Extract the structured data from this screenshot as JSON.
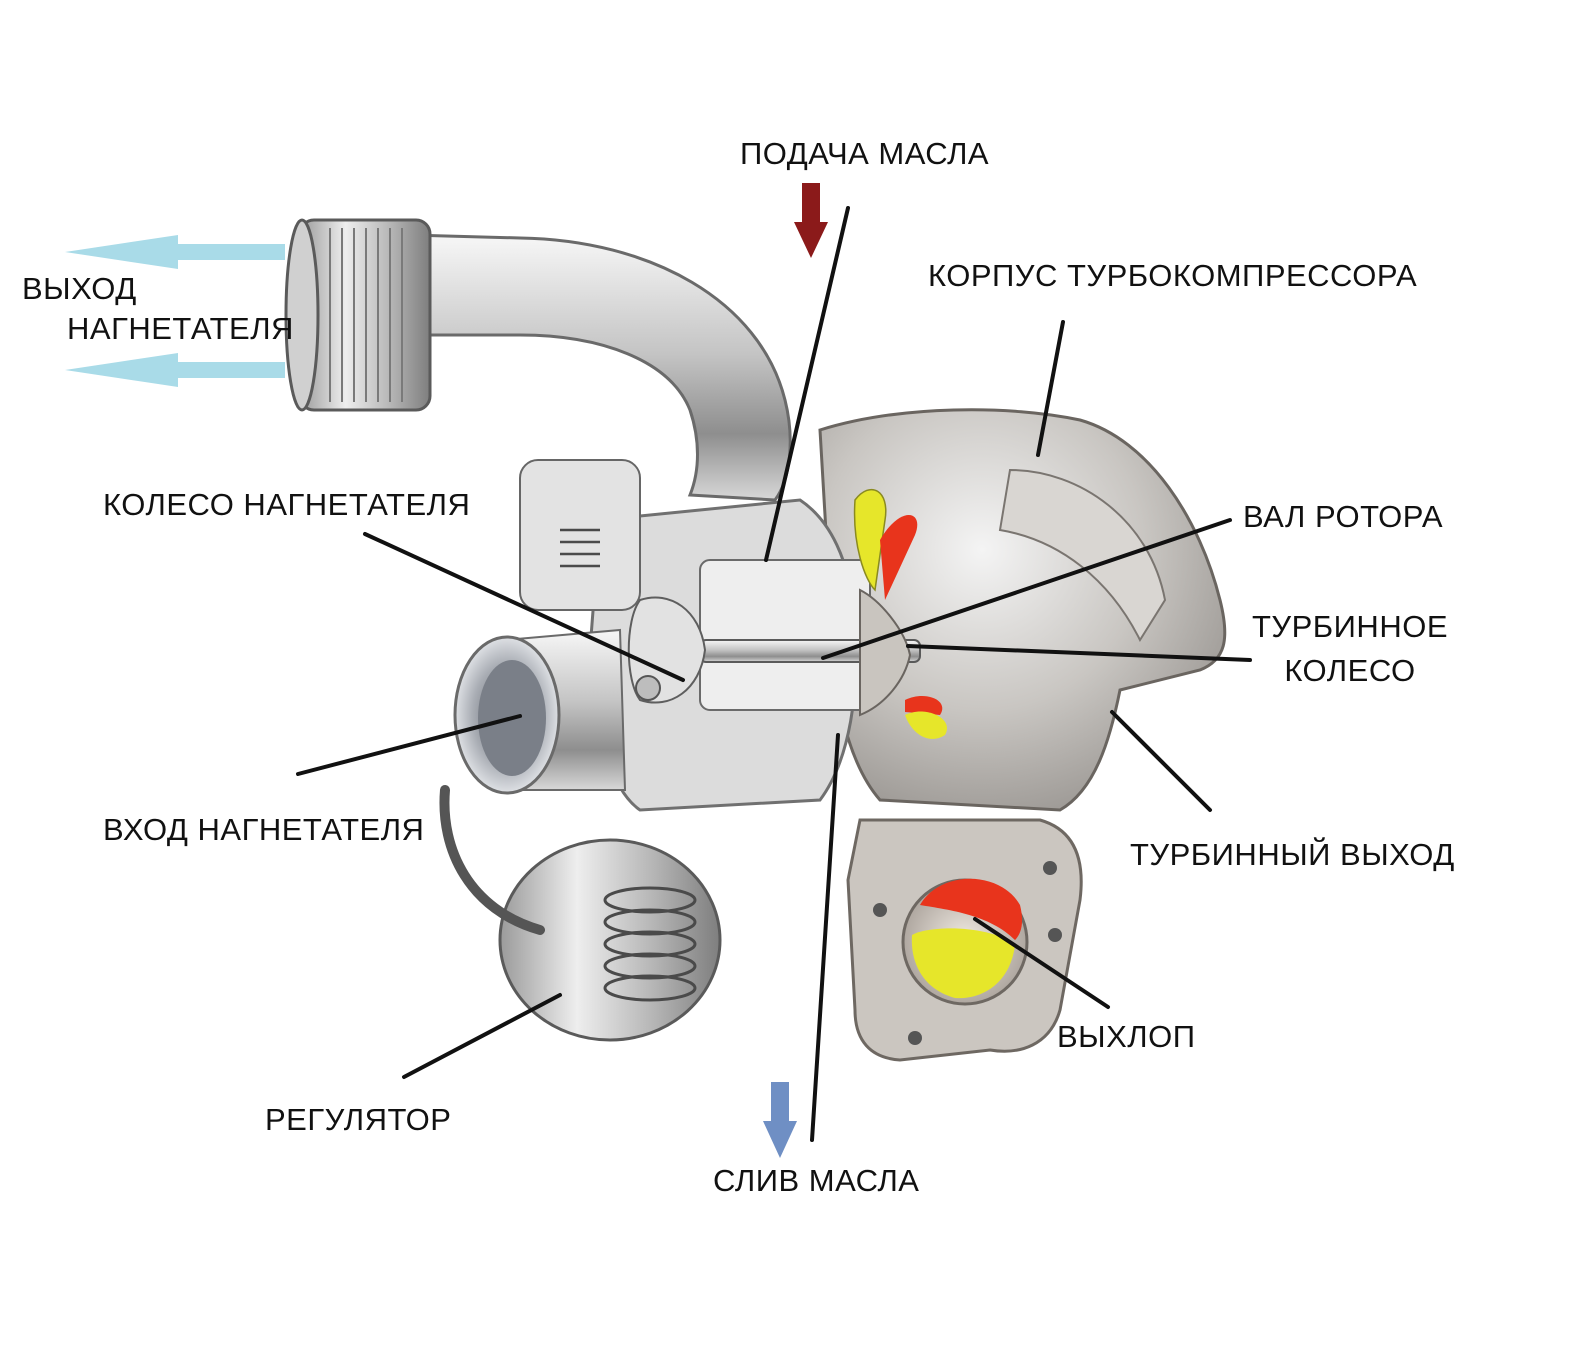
{
  "labels": {
    "oil_feed": "ПОДАЧА МАСЛА",
    "compressor_outlet_line1": "ВЫХОД",
    "compressor_outlet_line2": "НАГНЕТАТЕЛЯ",
    "turbo_housing": "КОРПУС ТУРБОКОМПРЕССОРА",
    "compressor_wheel": "КОЛЕСО НАГНЕТАТЕЛЯ",
    "rotor_shaft": "ВАЛ РОТОРА",
    "turbine_wheel_line1": "ТУРБИННОЕ",
    "turbine_wheel_line2": "КОЛЕСО",
    "compressor_inlet": "ВХОД НАГНЕТАТЕЛЯ",
    "turbine_outlet": "ТУРБИННЫЙ ВЫХОД",
    "exhaust": "ВЫХЛОП",
    "wastegate": "РЕГУЛЯТОР",
    "oil_drain": "СЛИВ МАСЛА"
  },
  "colors": {
    "oil_feed_arrow": "#8b1a1a",
    "oil_drain_arrow": "#6f8fc4",
    "boost_air_arrow": "#a9dbe8",
    "leader_line": "#111111",
    "metal_light": "#e8e8e8",
    "metal_mid": "#b8b8b8",
    "metal_dark": "#6e6e6e",
    "hot_red": "#e8341c",
    "hot_yellow": "#e6e62a"
  },
  "illustration": {
    "subject": "turbocharger-cutaway"
  }
}
